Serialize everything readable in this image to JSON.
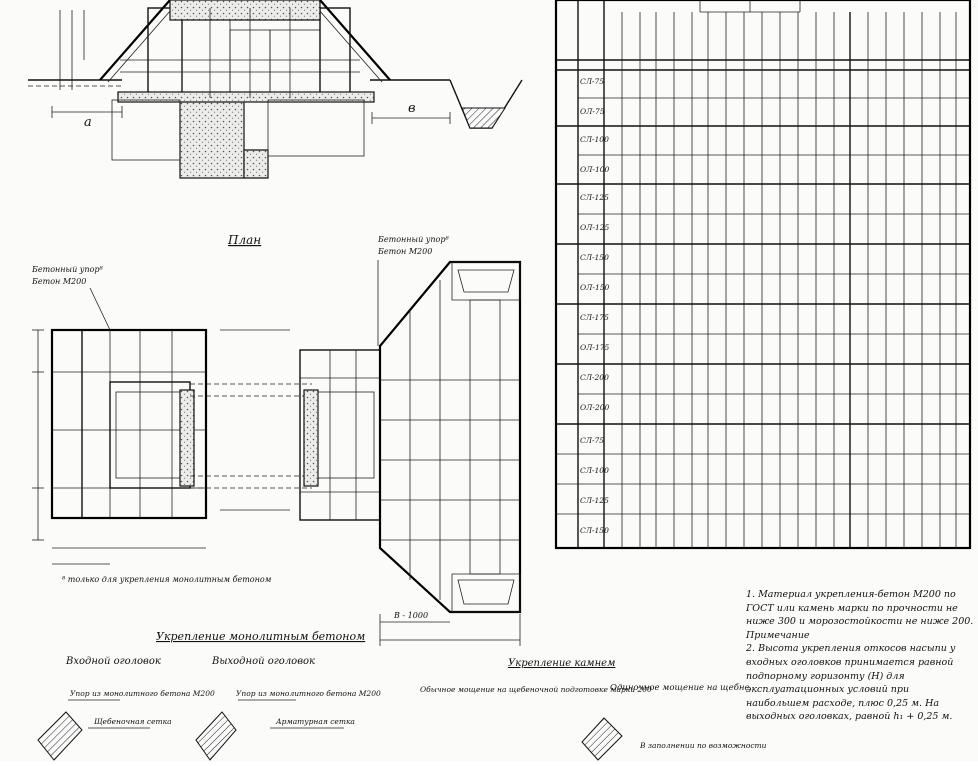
{
  "plan": {
    "title": "План",
    "label_left_joint": "Бетонный упор⁸",
    "label_left_joint_sub": "Бетон М200",
    "label_right_joint": "Бетонный упор⁸",
    "label_right_joint_sub": "Бетон М200",
    "footnote": "⁸ только для укрепления монолитным бетоном",
    "dim_bottom": "В - 1000"
  },
  "section": {
    "dim_a": "а",
    "dim_b": "в"
  },
  "reinforcement": {
    "title": "Укрепление монолитным бетоном",
    "inlet": "Входной оголовок",
    "outlet": "Выходной оголовок",
    "stone_title": "Укрепление камнем",
    "note_mid": "Обычное мощение на щебеночной подготовке марки 200",
    "note_right": "Одиночное мощение на щебне",
    "note_right_sub": "В заполнении по возможности",
    "label_stop_1": "Упор из монолитного бетона М200",
    "label_stop_2": "Упор из монолитного бетона М200",
    "label_prep_1": "Щебеночная сетка",
    "label_prep_2": "Арматурная сетка"
  },
  "table": {
    "rows": [
      {
        "code": "СЛ-75",
        "sub": "ОЛ-75"
      },
      {
        "code": "СЛ-100",
        "sub": "ОЛ-100"
      },
      {
        "code": "СЛ-125",
        "sub": "ОЛ-125"
      },
      {
        "code": "СЛ-150",
        "sub": "ОЛ-150"
      },
      {
        "code": "СЛ-175",
        "sub": "ОЛ-175"
      },
      {
        "code": "СЛ-200",
        "sub": "ОЛ-200"
      },
      {
        "code": "СЛ-75",
        "sub": ""
      },
      {
        "code": "СЛ-100",
        "sub": ""
      },
      {
        "code": "СЛ-125",
        "sub": ""
      },
      {
        "code": "СЛ-150",
        "sub": ""
      }
    ]
  },
  "notes": {
    "n1": "1. Материал укрепления-бетон М200 по ГОСТ или камень марки по прочности не ниже 300 и морозостойкости не ниже 200. Примечание",
    "n2": "2. Высота укрепления откосов насыпи у входных оголовков принимается равной подпорному горизонту (Н) для эксплуатационных условий при наибольшем расходе, плюс 0,25 м. На выходных оголовках, равной h₁ + 0,25 м."
  }
}
